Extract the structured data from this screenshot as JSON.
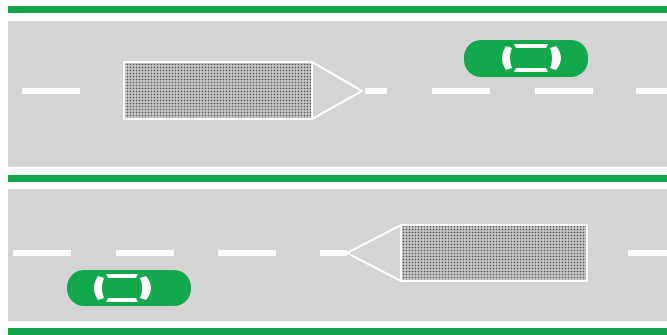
{
  "colors": {
    "background": "#ffffff",
    "border_green": "#12a54a",
    "road_gray": "#d4d4d4",
    "lane_marking": "#ffffff",
    "car_body": "#14a84d",
    "car_window": "#ffffff",
    "trailer_fill": "#c8c8c8",
    "trailer_pattern_dot": "#555555",
    "trailer_outline": "#ffffff"
  },
  "roads": [
    {
      "id": "upper",
      "vehicles": [
        {
          "type": "truck-trailer",
          "facing": "right"
        },
        {
          "type": "car",
          "facing": "right"
        }
      ]
    },
    {
      "id": "lower",
      "vehicles": [
        {
          "type": "truck-trailer",
          "facing": "left"
        },
        {
          "type": "car",
          "facing": "right"
        }
      ]
    }
  ]
}
